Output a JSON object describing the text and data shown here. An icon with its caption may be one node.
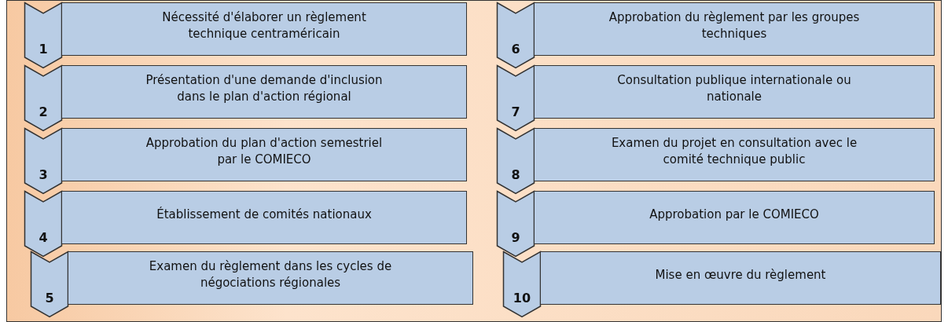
{
  "diagram": {
    "nodes": [
      {
        "text": [
          "1"
        ]
      },
      {
        "text": [
          "Nécessité d'élaborer un règlement technique centraméricain"
        ]
      },
      {
        "text": [
          "2"
        ]
      },
      {
        "text": [
          "Présentation d'une demande d'inclusion dans le plan d'action régional"
        ]
      },
      {
        "text": [
          "3"
        ]
      },
      {
        "text": [
          "Approbation du plan d'action semestriel par le COMIECO"
        ]
      },
      {
        "text": [
          "4"
        ]
      },
      {
        "text": [
          "Établissement de comités nationaux"
        ]
      },
      {
        "text": [
          "5"
        ]
      },
      {
        "text": [
          "Examen du règlement dans les cycles de négociations régionales"
        ]
      },
      {
        "text": [
          "6"
        ]
      },
      {
        "text": [
          "Approbation du règlement par les groupes techniques"
        ]
      },
      {
        "text": [
          "7"
        ]
      },
      {
        "text": [
          "Consultation publique internationale ou nationale"
        ]
      },
      {
        "text": [
          "8"
        ]
      },
      {
        "text": [
          "Examen du projet en consultation avec le comité technique public"
        ]
      },
      {
        "text": [
          "9"
        ]
      },
      {
        "text": [
          "Approbation par le COMIECO"
        ]
      },
      {
        "text": [
          "10"
        ]
      },
      {
        "text": [
          "Mise en œuvre du règlement"
        ]
      }
    ]
  }
}
